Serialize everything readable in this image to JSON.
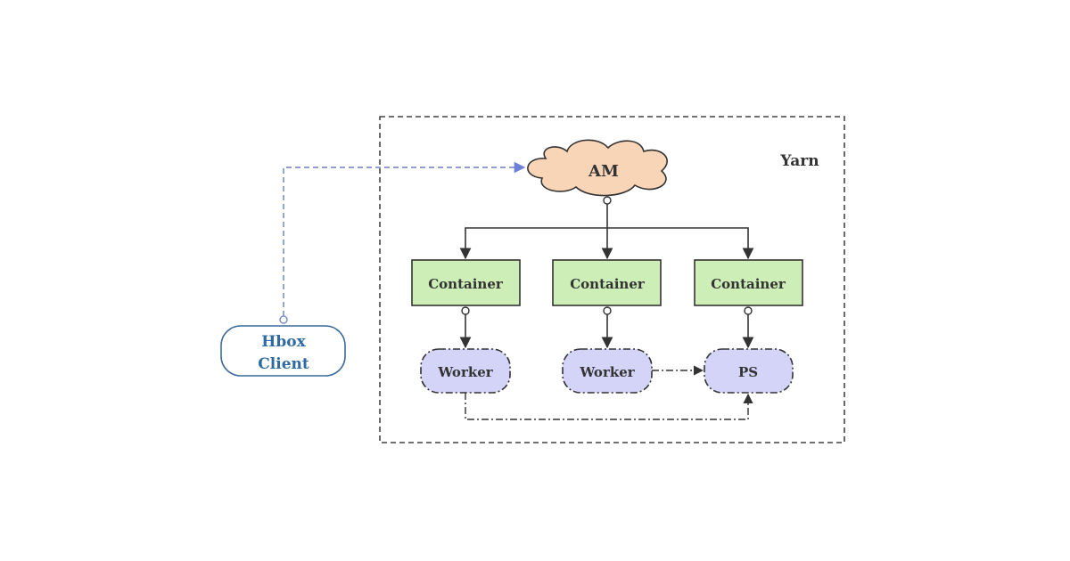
{
  "diagram": {
    "cluster_label": "Yarn",
    "am_label": "AM",
    "containers": [
      {
        "label": "Container"
      },
      {
        "label": "Container"
      },
      {
        "label": "Container"
      }
    ],
    "workers": [
      {
        "label": "Worker"
      },
      {
        "label": "Worker"
      }
    ],
    "ps_label": "PS",
    "client": {
      "line1": "Hbox",
      "line2": "Client"
    }
  },
  "colors": {
    "am_fill": "#f9d5b8",
    "container_fill": "#cdeeb7",
    "worker_fill": "#d3d4f8",
    "client_stroke": "#3d6a99",
    "client_text": "#2f6aa3",
    "client_link": "#6d7fbf",
    "edge": "#333333"
  }
}
